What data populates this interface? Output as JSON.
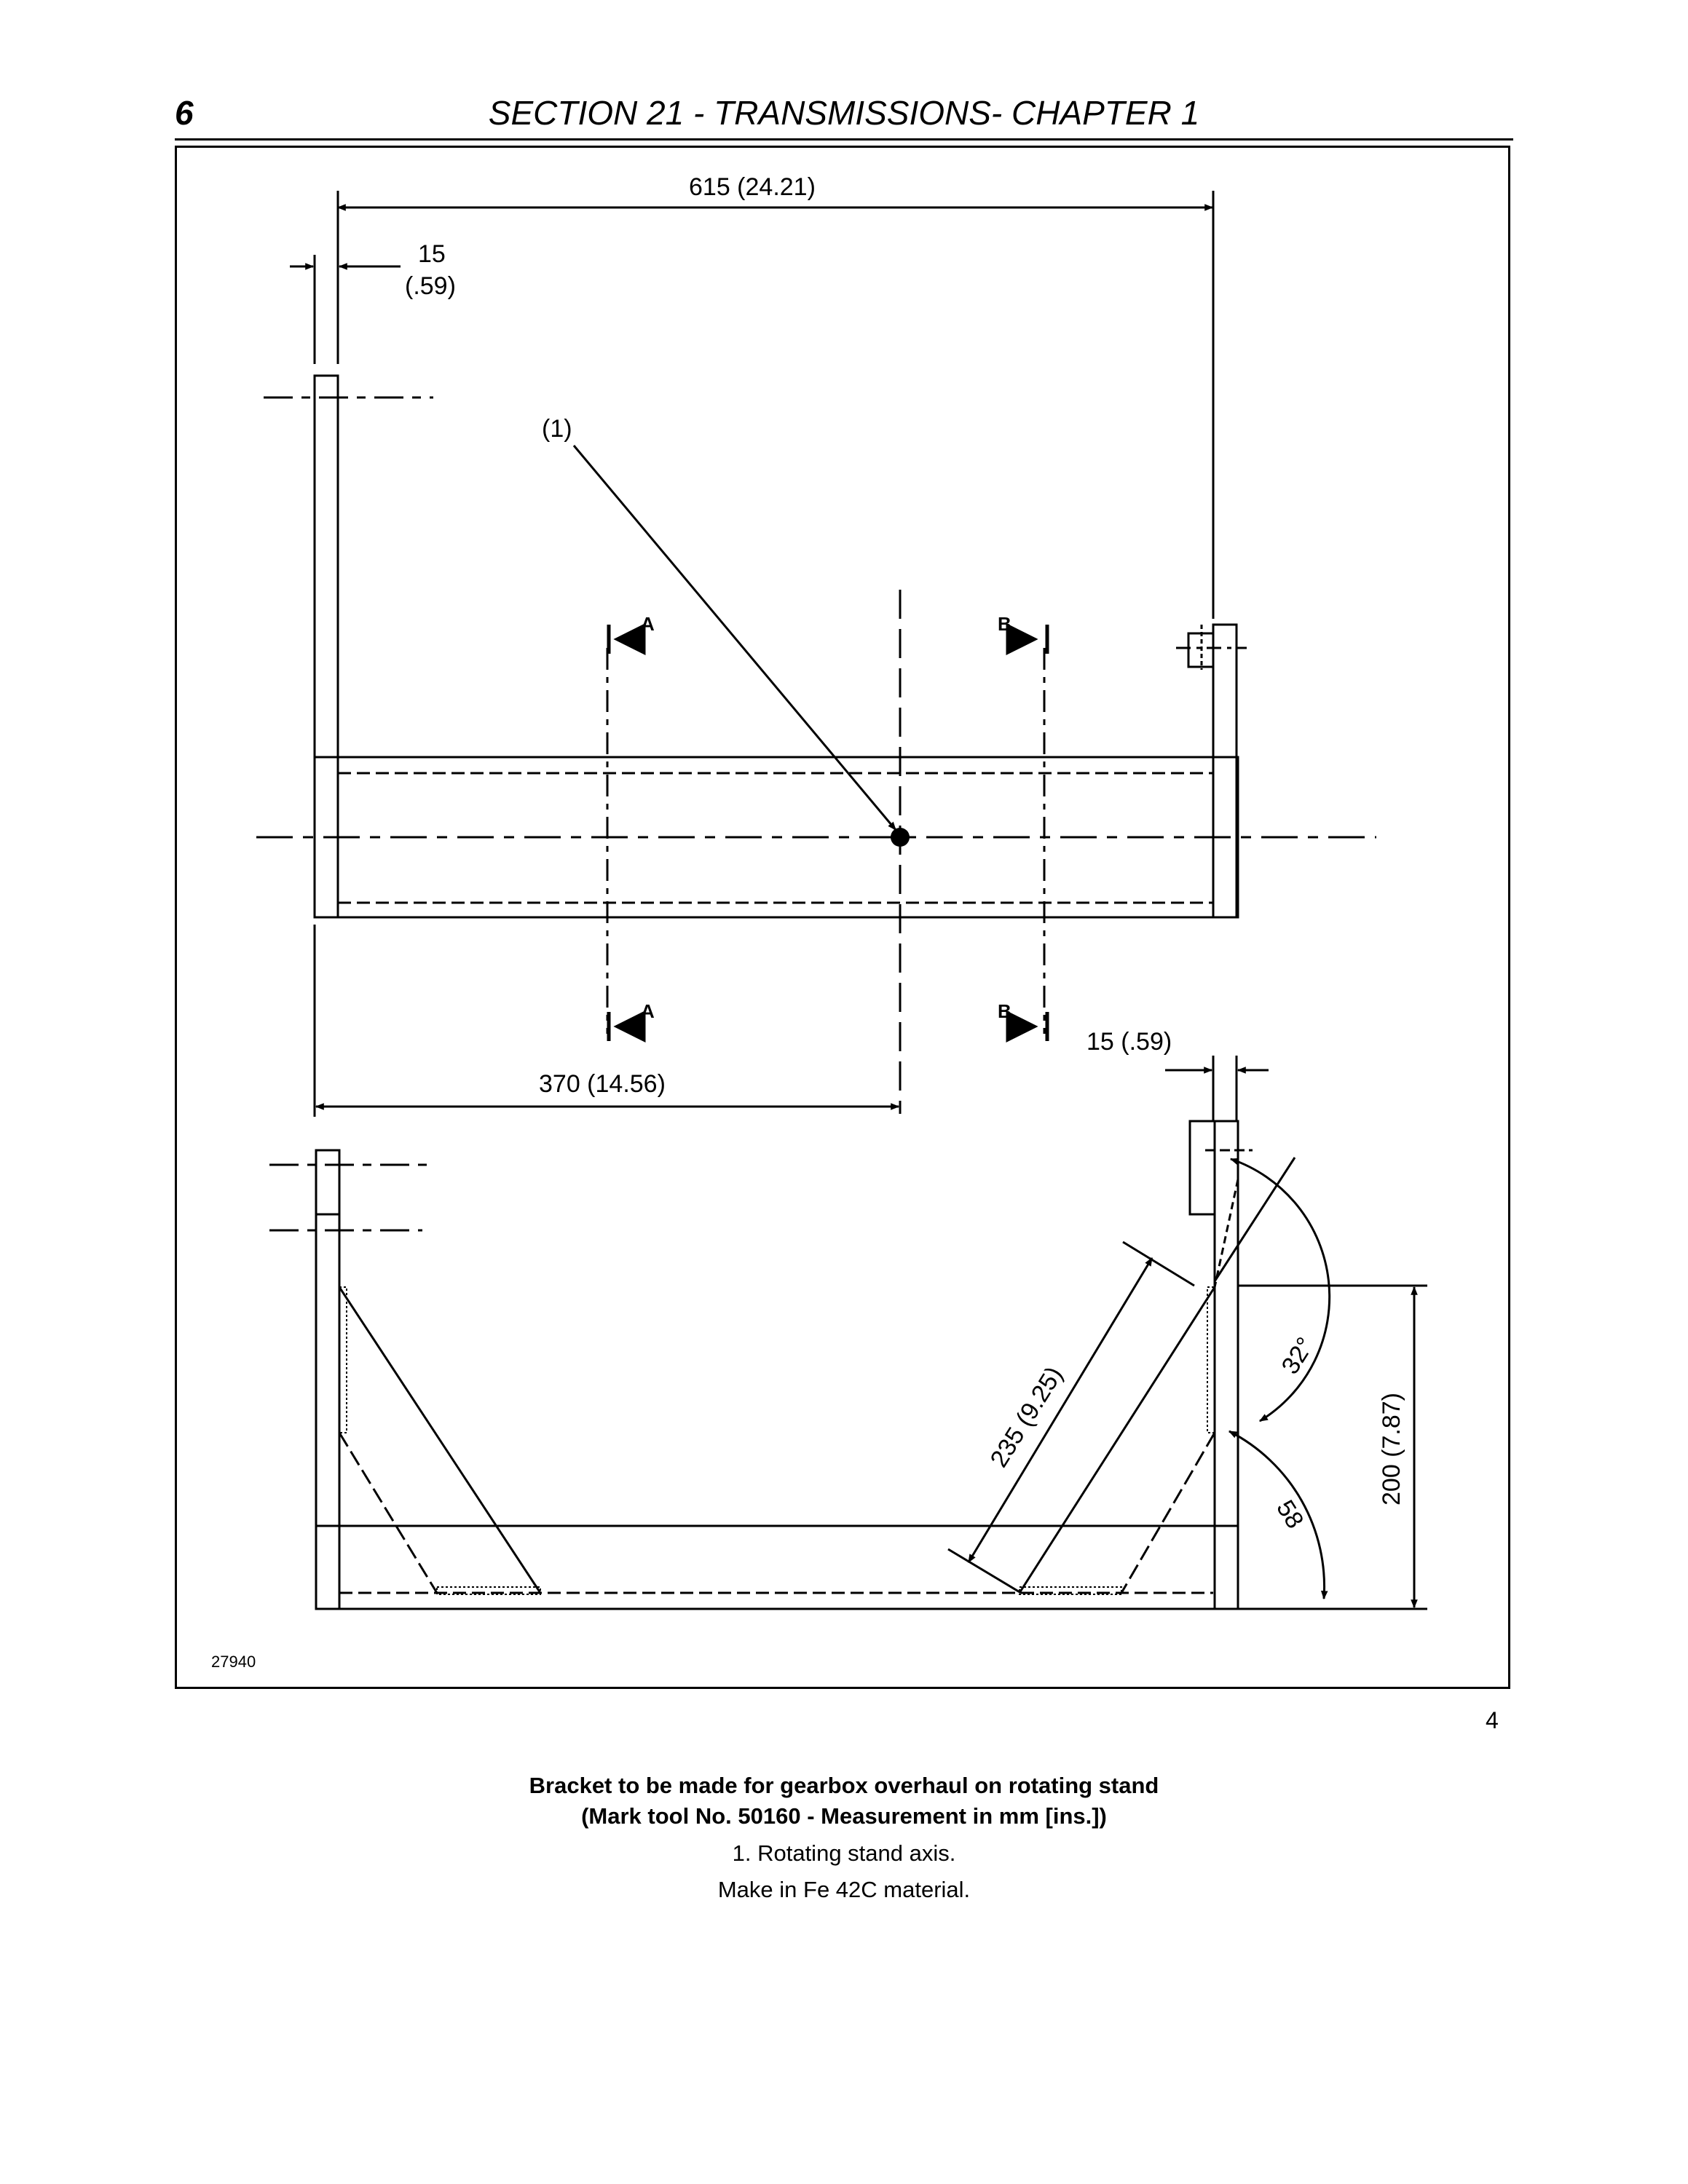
{
  "header": {
    "page_number": "6",
    "title": "SECTION 21 - TRANSMISSIONS- CHAPTER 1"
  },
  "drawing": {
    "dim_overall_width": "615 (24.21)",
    "dim_plate_thickness_top_line1": "15",
    "dim_plate_thickness_top_line2": "(.59)",
    "callout_1": "(1)",
    "section_a": "A",
    "section_b": "B",
    "dim_axis_offset": "370 (14.56)",
    "dim_plate_thickness_right": "15 (.59)",
    "dim_brace_length": "235 (9.25)",
    "dim_height": "200 (7.87)",
    "angle_32": "32°",
    "angle_58": "58",
    "drawing_id": "27940"
  },
  "figure_number": "4",
  "caption": {
    "line1": "Bracket to be made for gearbox overhaul on rotating stand",
    "line2": "(Mark tool No. 50160 - Measurement in mm [ins.])",
    "note1": "1. Rotating stand axis.",
    "note2": "Make in Fe 42C material."
  }
}
